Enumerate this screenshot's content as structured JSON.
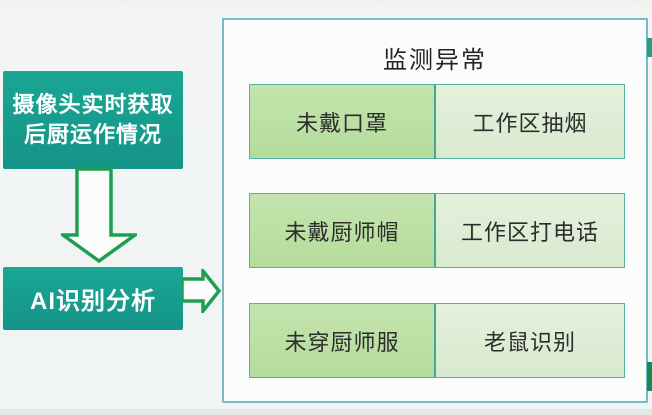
{
  "colors": {
    "teal_box": "#17a291",
    "arrow_green": "#1f9e52",
    "panel_border": "#79b9c6",
    "cell_border": "#56b1a5",
    "left_cell_bg": "#bce0a5",
    "right_cell_bg": "#ddedd2",
    "box_text": "#ffffff",
    "panel_text": "#2d2d2d"
  },
  "flow": {
    "step1_line1": "摄像头实时获取",
    "step1_line2": "后厨运作情况",
    "step2_label": "AI识别分析",
    "arrow_down_icon": "arrow-down",
    "arrow_right_icon": "arrow-right"
  },
  "panel": {
    "title": "监测异常",
    "rows": [
      {
        "left": "未戴口罩",
        "right": "工作区抽烟"
      },
      {
        "left": "未戴厨师帽",
        "right": "工作区打电话"
      },
      {
        "left": "未穿厨师服",
        "right": "老鼠识别"
      }
    ]
  }
}
